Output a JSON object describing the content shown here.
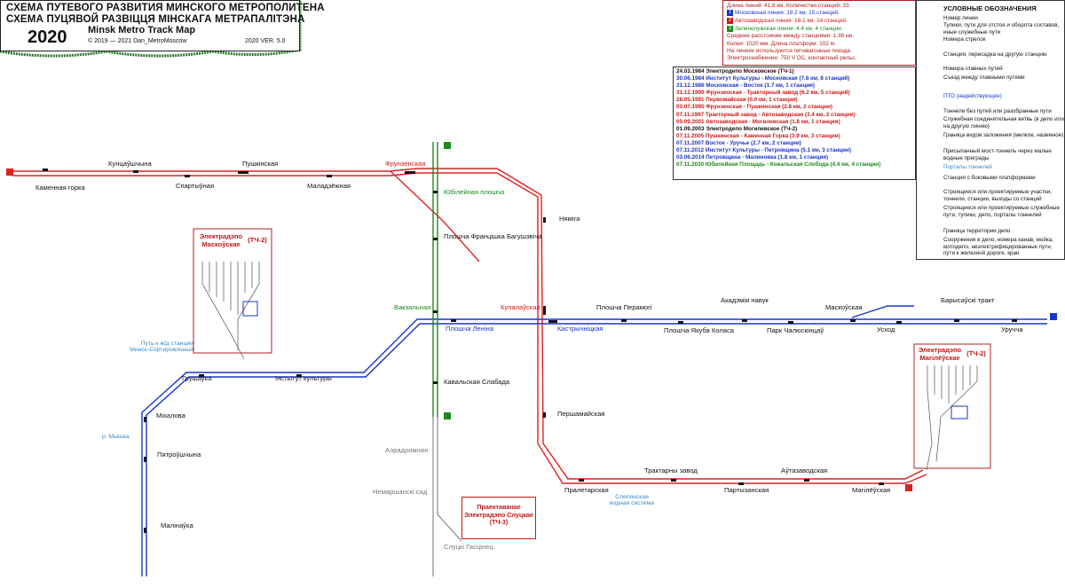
{
  "title": {
    "line1": "СХЕМА ПУТЕВОГО РАЗВИТИЯ МИНСКОГО МЕТРОПОЛИТЕНА",
    "line2": "СХЕМА ПУЦЯВОЙ РАЗВІЦЦЯ МІНСКАГА МЕТРАПАЛІТЭНА",
    "year": "2020",
    "subtitle": "Minsk Metro Track Map",
    "copyright": "© 2019 — 2021 Dan_MetroMoscow",
    "version": "2020  VER. 5.0"
  },
  "info": {
    "line1": "Длина линий: 41.8 км. Количество станций: 33.",
    "line2": "Московская линия: 19.2 км, 15 станций.",
    "line3": "Автозаводская линия: 18.1 км, 14 станций.",
    "line4": "Зеленолужская линия: 4.4 км, 4 станции.",
    "line5": "Среднее расстояние между станциями: 1.38 км.",
    "line6": "Колея: 1520 мм. Длина платформ: 102 м.",
    "line7": "На линиях используются пятивагонные поезда.",
    "line8": "Электроснабжение: 750 V DC, контактный рельс.",
    "n1": "1",
    "n2": "2",
    "n3": "3"
  },
  "history": [
    {
      "text": "24.03.1984 Электродепо Московское (ТЧ-1)",
      "color": "#111111"
    },
    {
      "text": "30.06.1984 Институт Культуры - Московская (7.8 км, 8 станций)",
      "color": "#1a36c8"
    },
    {
      "text": "31.12.1986 Московская - Восток (1.7 км, 1 станция)",
      "color": "#1a36c8"
    },
    {
      "text": "31.12.1990 Фрунзенская - Тракторный завод (6.2 км, 5 станций)",
      "color": "#d01818"
    },
    {
      "text": "28.05.1991 Первомайская (0.0 км, 1 станция)",
      "color": "#d01818"
    },
    {
      "text": "03.07.1995 Фрунзенская - Пушкинская (2.8 км, 2 станции)",
      "color": "#d01818"
    },
    {
      "text": "07.11.1997 Тракторный завод - Автозаводская (3.4 км, 2 станции)",
      "color": "#d01818"
    },
    {
      "text": "05.09.2001 Автозаводская - Могилевская (1.8 км, 1 станция)",
      "color": "#d01818"
    },
    {
      "text": "01.09.2003 Электродепо Могилевское (ТЧ-2)",
      "color": "#111111"
    },
    {
      "text": "07.11.2005 Пушкинская - Каменная Горка (3.9 км, 3 станции)",
      "color": "#d01818"
    },
    {
      "text": "07.11.2007 Восток - Уручье (2.7 км, 2 станции)",
      "color": "#1a36c8"
    },
    {
      "text": "07.11.2012 Институт Культуры - Петровщина (5.1 км, 3 станции)",
      "color": "#1a36c8"
    },
    {
      "text": "03.06.2014 Петровщина - Малиновка (1.8 км, 1 станция)",
      "color": "#1a36c8"
    },
    {
      "text": "07.11.2020 Юбилейная Площадь - Ковальская Слобода (4.4 км, 4 станции)",
      "color": "#1d8a1d"
    }
  ],
  "legend": {
    "title": "УСЛОВНЫЕ ОБОЗНАЧЕНИЯ",
    "items": [
      "Номер линии",
      "Тупики, пути для отстоя и оборота составов, иные служебные пути",
      "Номера стрелок",
      "Станция, пересадка на другую станцию",
      "Номера главных путей",
      "Съезд между главными путями",
      "ПТО (недействующее)",
      "Тоннели без путей или разобранные пути",
      "Служебная соединительная ветвь (в депо или на другую линию)",
      "Граница видов заложения (мелкое, наземное)",
      "Присыпанный мост-тоннель через малые водные преграды",
      "Порталы тоннелей",
      "Станция с боковыми платформами",
      "Строящиеся или проектируемые участки, тоннели, станции, выходы со станций",
      "Строящиеся или проектируемые служебные пути, тупики, депо, порталы тоннелей",
      "Граница территории депо",
      "Сооружения в депо, номера канав, мойка, мотодепо, неэлектрифицированные пути, пути к железной дороге, кран"
    ]
  },
  "stations": {
    "kamennaya_gorka": "Каменная горка",
    "kuntsaushchyna": "Кунцаўшчына",
    "spartyunaya": "Спартыўная",
    "pushkinskaya": "Пушкінская",
    "maladzyozhnaya": "Маладзёжная",
    "frunzenskaya": "Фрунзенская",
    "nyamiga": "Няміга",
    "kupalauskaya": "Купалаўская",
    "pershamayskaya": "Першамайская",
    "praletarskaya": "Пралетарская",
    "traktarny_zavod": "Трактарны завод",
    "partyzanskaya": "Партызанская",
    "autazavodskaya": "Аўтазаводская",
    "magileuskaya": "Магілёўская",
    "malinauka": "Малінаўка",
    "piatroushchyna": "Пятроўшчына",
    "mikhalova": "Міхалова",
    "grushauka": "Грушаўка",
    "instytut_kultury": "Інстытут культуры",
    "ploshcha_lenina": "Плошча Леніна",
    "kastrychnitskaya": "Кастрычніцкая",
    "ploshcha_peramogi": "Плошча Перамогі",
    "ploshcha_kolasa": "Плошча Якуба Коласа",
    "akademiya_navuk": "Акадэмія навук",
    "park_chaluskintsau": "Парк Чалюскінцаў",
    "maskouskaya": "Маскоўская",
    "uskhod": "Усход",
    "barysauski_trakt": "Барысаўскі тракт",
    "uruchcha": "Уручча",
    "yubileynaya": "Юбілейная плошча",
    "ploshcha_bahushevicha": "Плошча Францішка Багушэвіча",
    "vakzalnaya": "Вакзальная",
    "kavalskaya_sloboda": "Кавальская Слабада",
    "aeradromnaya": "Аэрадромная",
    "nemarshanski_sad": "Немаршанскі сад",
    "slutski_gastsinets": "Слуцкі Гасцінец"
  },
  "depots": {
    "maskouskae": "Электрадэпо Маскоўскае",
    "maskouskae_code": "(ТЧ-2)",
    "magileuskae": "Электрадэпо Магілёўскае",
    "magileuskae_code": "(ТЧ-2)",
    "slutskae": "Праектаванае Электрадэпо Слуцкае (ТЧ-3)"
  },
  "notes": {
    "rail_link": "Путь к ж/д станции Минск-Сортировочный",
    "river": "р. Мышка",
    "water": "Слепянская водная система"
  },
  "colors": {
    "blue_line": "#1a36c8",
    "red_line": "#e02020",
    "green_line": "#1d8a1d",
    "gray_line": "#8a8a8a"
  }
}
